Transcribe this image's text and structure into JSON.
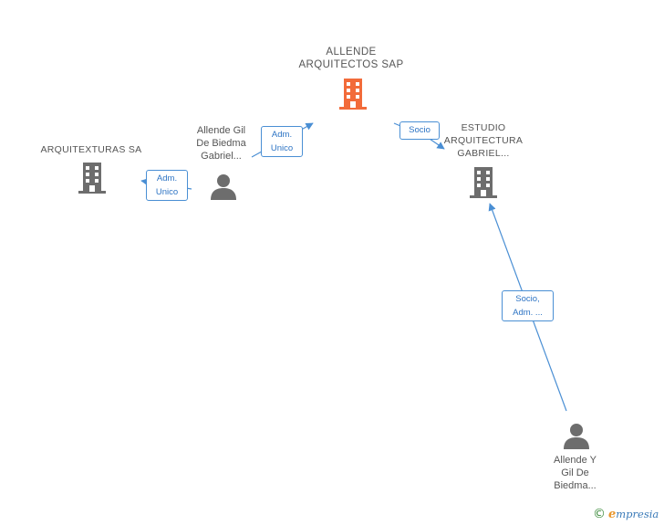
{
  "nodes": {
    "allende_arquitectos": {
      "label": "ALLENDE\nARQUITECTOS SAP",
      "color": "#f26b3a",
      "icon": "building-icon"
    },
    "arquitexturas": {
      "label": "ARQUITEXTURAS SA",
      "color": "#6d6d6d",
      "icon": "building-icon"
    },
    "estudio": {
      "label": "ESTUDIO\nARQUITECTURA\nGABRIEL...",
      "color": "#6d6d6d",
      "icon": "building-icon"
    },
    "allende_gil": {
      "label": "Allende Gil\nDe Biedma\nGabriel...",
      "color": "#6d6d6d",
      "icon": "person-icon"
    },
    "allende_y_gil": {
      "label": "Allende Y\nGil De\nBiedma...",
      "color": "#6d6d6d",
      "icon": "person-icon"
    }
  },
  "edges": {
    "adm_unico_top": {
      "label": "Adm.\nUnico"
    },
    "adm_unico_left": {
      "label": "Adm.\nUnico"
    },
    "socio_top": {
      "label": "Socio"
    },
    "socio_adm_bottom": {
      "label": "Socio,\nAdm. ..."
    }
  },
  "colors": {
    "edge": "#4a8fd4",
    "edge_label_text": "#2d74c4"
  },
  "brand": {
    "copyright": "©",
    "name_initial": "e",
    "name_rest": "mpresia"
  }
}
